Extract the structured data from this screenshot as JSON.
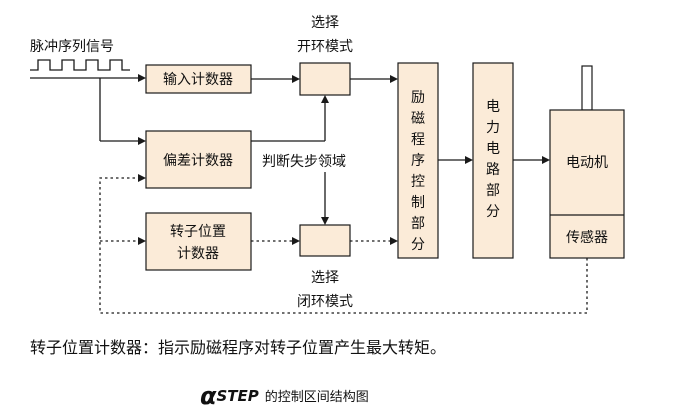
{
  "diagram": {
    "input_label": "脉冲序列信号",
    "boxes": {
      "input_counter": "输入计数器",
      "deviation_counter": "偏差计数器",
      "rotor_counter_l1": "转子位置",
      "rotor_counter_l2": "计数器",
      "select_open_l1": "选择",
      "select_open_l2": "开环模式",
      "select_closed_l1": "选择",
      "select_closed_l2": "闭环模式",
      "excitation_control": [
        "励",
        "磁",
        "程",
        "序",
        "控",
        "制",
        "部",
        "分"
      ],
      "power_circuit": [
        "电",
        "力",
        "电",
        "路",
        "部",
        "分"
      ],
      "motor": "电动机",
      "sensor": "传感器"
    },
    "judge_label": "判断失步领域"
  },
  "note": "转子位置计数器：指示励磁程序对转子位置产生最大转矩。",
  "caption": {
    "brand_alpha": "α",
    "brand_word": "STEP",
    "text": "的控制区间结构图"
  }
}
